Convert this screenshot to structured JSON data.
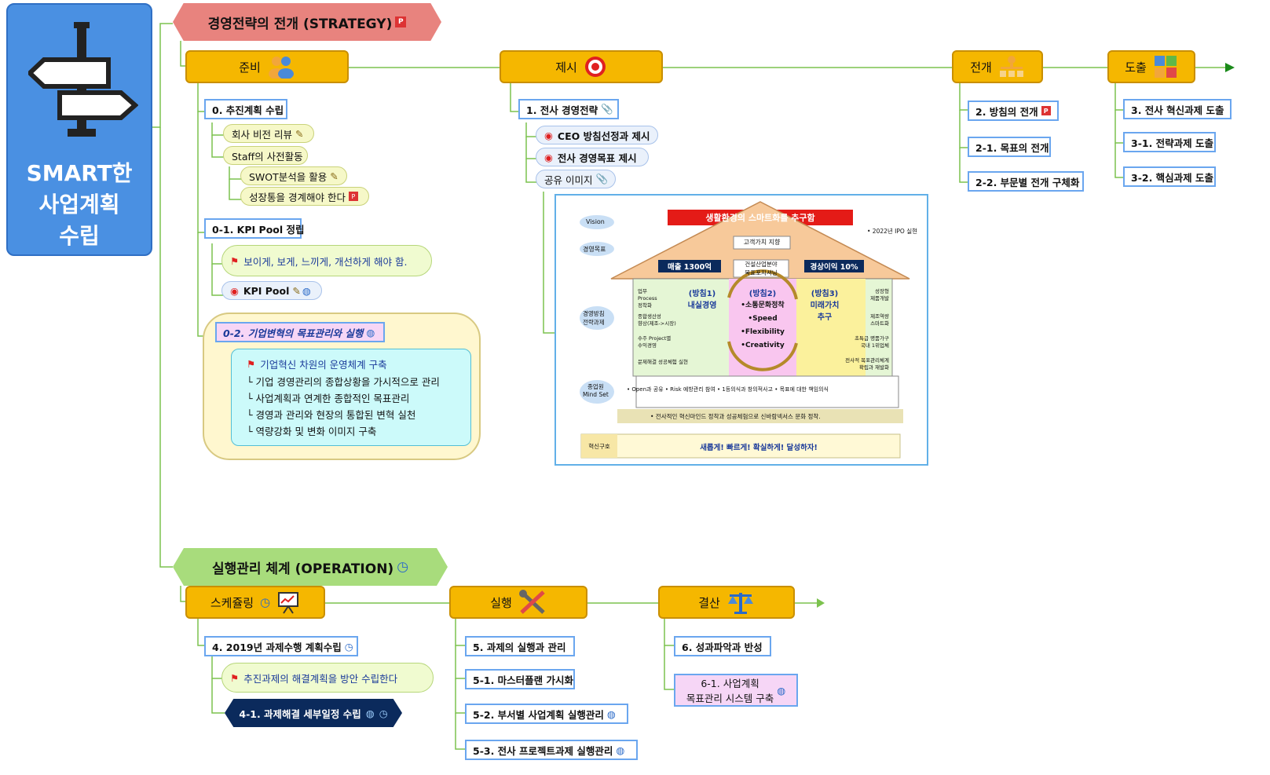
{
  "root": {
    "title": "SMART한\n사업계획\n수립"
  },
  "strategy": {
    "banner": "경영전략의 전개 (STRATEGY)",
    "prepare": {
      "label": "준비",
      "n0": "0. 추진계획 수립",
      "n0_children": [
        "회사 비전 리뷰",
        "Staff의 사전활동"
      ],
      "staff_children": [
        "SWOT분석을 활용",
        "성장통을 경계해야 한다"
      ],
      "n01": "0-1. KPI Pool 정립",
      "n01_note": "보이게, 보게, 느끼게, 개선하게 해야 함.",
      "n01_kpi": "KPI Pool",
      "n02": "0-2. 기업변혁의 목표관리와 실행",
      "n02_head": "기업혁신 차원의 운영체계 구축",
      "n02_items": [
        "기업 경영관리의 종합상황을 가시적으로 관리",
        "사업계획과 연계한 종합적인 목표관리",
        "경영과 관리와 현장의 통합된 변혁 실천",
        "역량강화 및 변화 이미지 구축"
      ]
    },
    "present": {
      "label": "제시",
      "n1": "1. 전사 경영전략",
      "n1_items": [
        "CEO 방침선정과 제시",
        "전사 경영목표 제시"
      ],
      "share": "공유 이미지"
    },
    "deploy": {
      "label": "전개",
      "items": [
        "2. 방침의 전개",
        "2-1. 목표의 전개",
        "2-2. 부문별 전개 구체화"
      ]
    },
    "derive": {
      "label": "도출",
      "items": [
        "3. 전사 혁신과제 도출",
        "3-1. 전략과제 도출",
        "3-2. 핵심과제 도출"
      ]
    }
  },
  "house": {
    "title": "생활환경의 스마트화를 추구함",
    "ipo": "• 2022년 IPO 실현",
    "side_labels": [
      "Vision",
      "경영목표",
      "경영방침\n전략과제",
      "종업원\nMind Set"
    ],
    "customer": "고객가치 지향",
    "sales": "매출 1300억",
    "center": "건설산업분야\n목표포지셔닝",
    "profit": "경상이익 10%",
    "p1": "(방침1)\n내실경영",
    "p2": "(방침2)",
    "p2_items": [
      "•소통문화정착",
      "•Speed",
      "•Flexibility",
      "•Creativity"
    ],
    "p3": "(방침3)\n미래가치\n추구",
    "left_items": [
      "업무\nProcess\n정착화",
      "종합생산성\n향상(제조->시장)",
      "수주 Project별\n수익경영",
      "문제해결 성공체험 실현"
    ],
    "right_items": [
      "성장형\n제품개발",
      "제조역량\n스마트화",
      "초특급 명품가구\n국내 1위업체",
      "전사적 목표관리체계\n확립과 재발화"
    ],
    "mindset": "• Open과 공유   • Risk 예방관리 참여   • 1등의식과 창의적사고   • 목표에 대한 책임의식",
    "culture": "• 전사적인 혁신마인드 정착과 성공체험으로 신바람넥서스 문화 정착.",
    "innovation_label": "혁신구호",
    "slogan": "새롭게! 빠르게! 확실하게! 달성하자!"
  },
  "operation": {
    "banner": "실행관리 체계 (OPERATION)",
    "schedule": {
      "label": "스케쥴링",
      "n4": "4. 2019년 과제수행 계획수립",
      "n4_note": "추진과제의 해결계획을 방안 수립한다",
      "n41": "4-1. 과제해결 세부일정 수립"
    },
    "execute": {
      "label": "실행",
      "items": [
        "5. 과제의 실행과 관리",
        "5-1. 마스터플랜 가시화",
        "5-2. 부서별 사업계획 실행관리",
        "5-3. 전사 프로젝트과제 실행관리"
      ]
    },
    "settle": {
      "label": "결산",
      "n6": "6. 성과파악과 반성",
      "n61": "6-1. 사업계획\n목표관리 시스템 구축"
    }
  }
}
